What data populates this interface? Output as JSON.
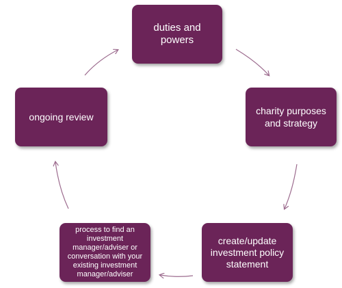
{
  "diagram": {
    "nodes": [
      {
        "id": "duties",
        "label": "duties and powers"
      },
      {
        "id": "charity",
        "label": "charity purposes and strategy"
      },
      {
        "id": "create",
        "label": "create/update investment policy statement"
      },
      {
        "id": "process",
        "label": "process to find an investment manager/adviser or conversation with your existing investment manager/adviser"
      },
      {
        "id": "ongoing",
        "label": "ongoing review"
      }
    ],
    "edges": [
      {
        "from": "duties",
        "to": "charity"
      },
      {
        "from": "charity",
        "to": "create"
      },
      {
        "from": "create",
        "to": "process"
      },
      {
        "from": "process",
        "to": "ongoing"
      },
      {
        "from": "ongoing",
        "to": "duties"
      }
    ],
    "colors": {
      "node_fill": "#6b2458",
      "node_text": "#ffffff",
      "arrow": "#9c6b8e"
    }
  }
}
